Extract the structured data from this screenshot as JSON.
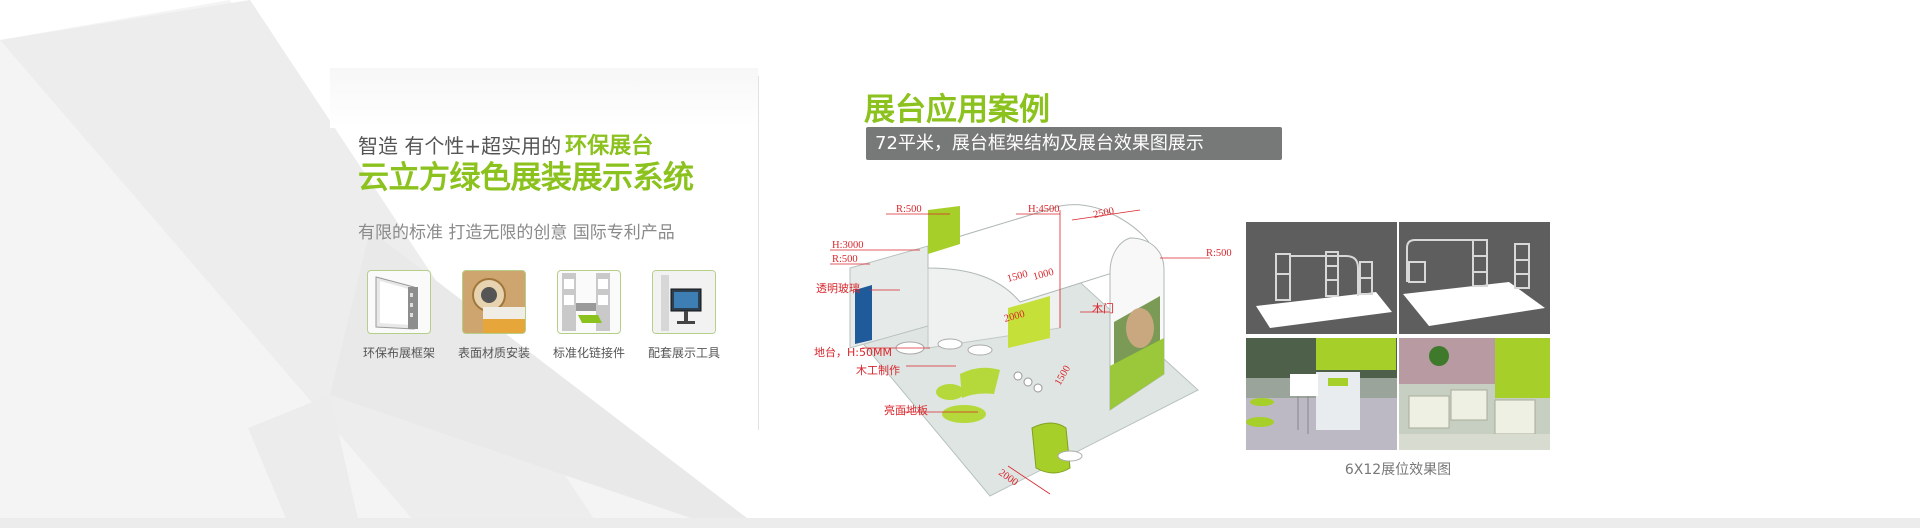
{
  "headline": {
    "line1_prefix": "智造 有个性+超实用的",
    "line1_highlight": "环保展台",
    "line2": "云立方绿色展装展示系统",
    "tagline": "有限的标准 打造无限的创意 国际专利产品"
  },
  "features": [
    {
      "label": "环保布展框架",
      "icon": "frame-panel-icon"
    },
    {
      "label": "表面材质安装",
      "icon": "tape-roll-icon"
    },
    {
      "label": "标准化链接件",
      "icon": "connector-icon"
    },
    {
      "label": "配套展示工具",
      "icon": "display-monitor-icon"
    }
  ],
  "section": {
    "title": "展台应用案例",
    "subtitle": "72平米，展台框架结构及展台效果图展示"
  },
  "drawing_labels": {
    "r500_a": "R:500",
    "h4500": "H:4500",
    "d2500": "2500",
    "r500_b": "R:500",
    "h3000": "H:3000",
    "r500_c": "R:500",
    "glass": "透明玻璃",
    "d1500": "1500",
    "d1000": "1000",
    "door": "木门",
    "d2000_a": "2000",
    "platform": "地台，H:50MM",
    "woodwork": "木工制作",
    "d1500_b": "1500",
    "floor": "亮面地板",
    "d2000_b": "2000"
  },
  "gallery": {
    "caption": "6X12展位效果图"
  },
  "colors": {
    "brand_green": "#8cc21e",
    "subtitle_bar": "#777878",
    "dimension_red": "#d9262c"
  }
}
